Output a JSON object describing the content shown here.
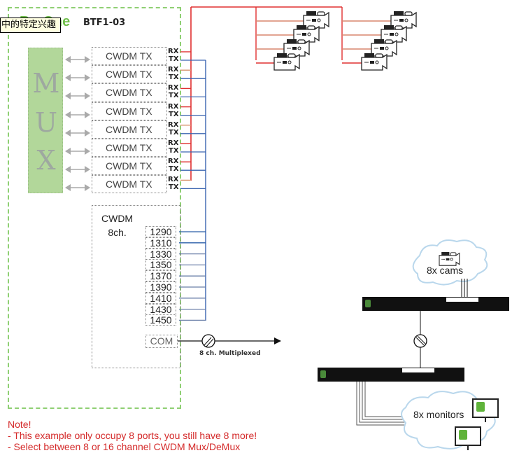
{
  "tooltip": {
    "text": "中的特定兴趣"
  },
  "device": {
    "logo": "Bo-One",
    "model": "BTF1-03",
    "mux_letters": [
      "M",
      "U",
      "X"
    ]
  },
  "transceivers": [
    {
      "label": "CWDM TX",
      "rx": "RX",
      "tx": "TX"
    },
    {
      "label": "CWDM TX",
      "rx": "RX",
      "tx": "TX"
    },
    {
      "label": "CWDM TX",
      "rx": "RX",
      "tx": "TX"
    },
    {
      "label": "CWDM TX",
      "rx": "RX",
      "tx": "TX"
    },
    {
      "label": "CWDM TX",
      "rx": "RX",
      "tx": "TX"
    },
    {
      "label": "CWDM TX",
      "rx": "RX",
      "tx": "TX"
    },
    {
      "label": "CWDM TX",
      "rx": "RX",
      "tx": "TX"
    },
    {
      "label": "CWDM TX",
      "rx": "RX",
      "tx": "TX"
    }
  ],
  "cwdm": {
    "title_line1": "CWDM",
    "title_line2": "8ch.",
    "wavelengths": [
      "1290",
      "1310",
      "1330",
      "1350",
      "1370",
      "1390",
      "1410",
      "1430",
      "1450"
    ],
    "com_label": "COM",
    "multiplexed_label": "8 ch. Multiplexed"
  },
  "remote": {
    "cams_label": "8x cams",
    "monitors_label": "8x monitors"
  },
  "note": {
    "title": "Note!",
    "line1": "- This example only occupy 8 ports, you still have 8 more!",
    "line2": "- Select between 8 or 16 channel CWDM Mux/DeMux"
  },
  "colors": {
    "rx_line": "#e03030",
    "tx_line": "#3a64b0",
    "box_border": "#8fcf73",
    "mux_fill": "#b2d79a",
    "note_text": "#d42a2a"
  }
}
